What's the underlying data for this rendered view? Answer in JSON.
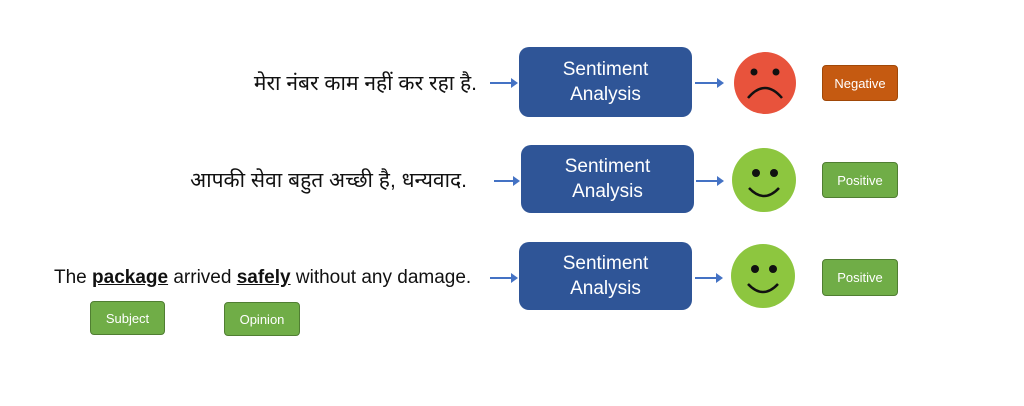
{
  "rows": [
    {
      "sentence": "मेरा नंबर काम नहीं कर रहा है.",
      "box_line1": "Sentiment",
      "box_line2": "Analysis",
      "face": "sad-face",
      "label": "Negative"
    },
    {
      "sentence": "आपकी सेवा बहुत अच्छी है, धन्यवाद.",
      "box_line1": "Sentiment",
      "box_line2": "Analysis",
      "face": "happy-face",
      "label": "Positive"
    },
    {
      "sentence_parts": [
        "The ",
        "package",
        " arrived ",
        "safely",
        " without any damage."
      ],
      "box_line1": "Sentiment",
      "box_line2": "Analysis",
      "face": "happy-face",
      "label": "Positive"
    }
  ],
  "annotations": {
    "subject": "Subject",
    "opinion": "Opinion"
  },
  "colors": {
    "box": "#2f5597",
    "positive": "#70ad47",
    "negative": "#c55a11",
    "happy_face": "#8dc63f",
    "sad_face": "#e8533c",
    "arrow": "#4472c4"
  }
}
